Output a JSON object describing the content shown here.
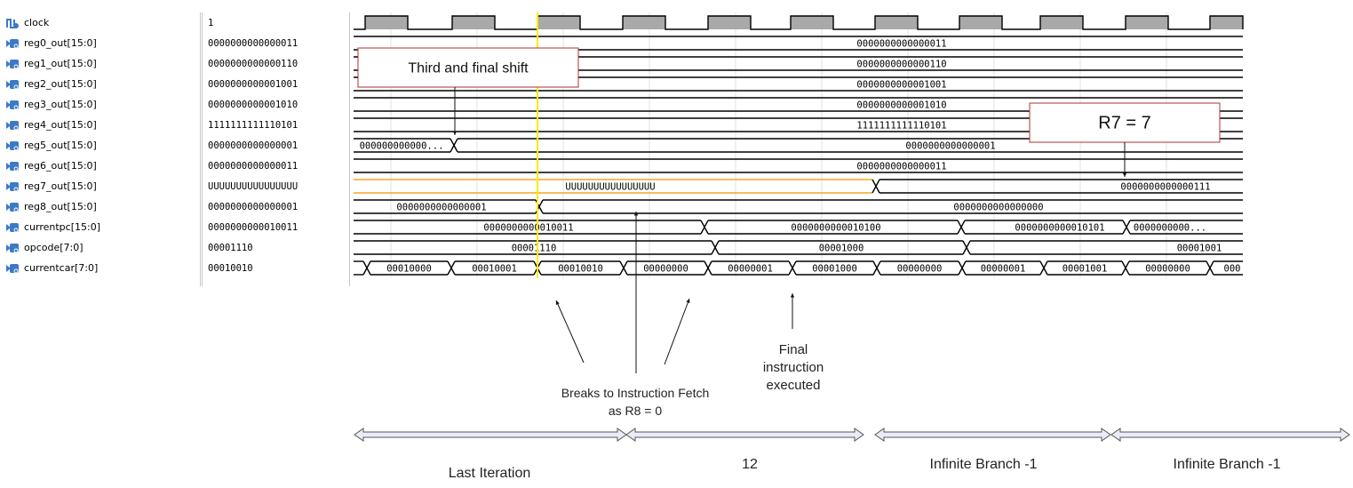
{
  "signals": [
    {
      "name": "clock",
      "value": "1",
      "icon": "clock-signal-icon"
    },
    {
      "name": "reg0_out[15:0]",
      "value": "0000000000000011",
      "icon": "bus-signal-icon"
    },
    {
      "name": "reg1_out[15:0]",
      "value": "0000000000000110",
      "icon": "bus-signal-icon"
    },
    {
      "name": "reg2_out[15:0]",
      "value": "0000000000001001",
      "icon": "bus-signal-icon"
    },
    {
      "name": "reg3_out[15:0]",
      "value": "0000000000001010",
      "icon": "bus-signal-icon"
    },
    {
      "name": "reg4_out[15:0]",
      "value": "1111111111110101",
      "icon": "bus-signal-icon"
    },
    {
      "name": "reg5_out[15:0]",
      "value": "0000000000000001",
      "icon": "bus-signal-icon"
    },
    {
      "name": "reg6_out[15:0]",
      "value": "0000000000000011",
      "icon": "bus-signal-icon"
    },
    {
      "name": "reg7_out[15:0]",
      "value": "UUUUUUUUUUUUUUUU",
      "icon": "bus-signal-icon"
    },
    {
      "name": "reg8_out[15:0]",
      "value": "0000000000000001",
      "icon": "bus-signal-icon"
    },
    {
      "name": "currentpc[15:0]",
      "value": "0000000000010011",
      "icon": "bus-signal-icon"
    },
    {
      "name": "opcode[7:0]",
      "value": "00001110",
      "icon": "bus-signal-icon"
    },
    {
      "name": "currentcar[7:0]",
      "value": "00010010",
      "icon": "bus-signal-icon"
    }
  ],
  "bus_labels": {
    "reg0": "0000000000000011",
    "reg1": "0000000000000110",
    "reg2": "0000000000001001",
    "reg3": "0000000000001010",
    "reg4": "1111111111110101",
    "reg5_a": "000000000000...",
    "reg5_b": "0000000000000001",
    "reg6": "0000000000000011",
    "reg7_a": "UUUUUUUUUUUUUUUU",
    "reg7_b": "0000000000000111",
    "reg8_a": "0000000000000001",
    "reg8_b": "0000000000000000",
    "pc_a": "0000000000010011",
    "pc_b": "0000000000010100",
    "pc_c": "0000000000010101",
    "pc_d": "0000000000...",
    "op_a": "00001110",
    "op_b": "00001000",
    "op_c": "00001001",
    "car": [
      "00010000",
      "00010001",
      "00010010",
      "00000000",
      "00000001",
      "00001000",
      "00000000",
      "00000001",
      "00001001",
      "00000000",
      "000"
    ]
  },
  "colors": {
    "cursor": "#ffea00",
    "undefined": "#f5a623",
    "clock_fill": "#a9a9a9",
    "callout_border": "#b03030"
  },
  "annotations": {
    "third_shift": "Third and final shift",
    "r7": "R7 = 7",
    "final_instr": "Final instruction\nexecuted",
    "breaks": "Breaks to Instruction Fetch\nas R8 = 0"
  },
  "phases": [
    "Last Iteration",
    "12",
    "Infinite Branch -1",
    "Infinite Branch -1"
  ]
}
